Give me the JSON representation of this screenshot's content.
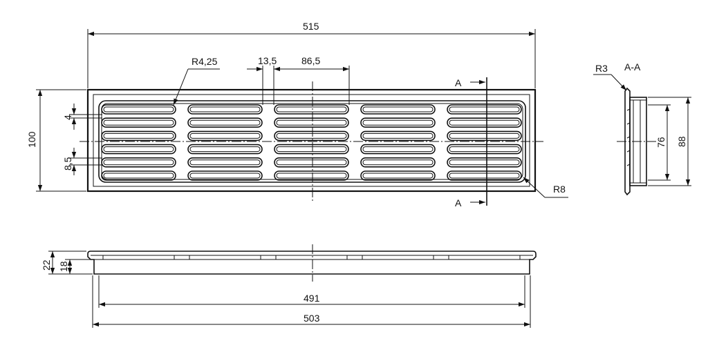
{
  "dimensions": {
    "overall_length": "515",
    "overall_height": "100",
    "radius_slot": "R4,25",
    "gap": "13,5",
    "slot_group_width": "86,5",
    "slot_height": "4",
    "slot_pitch": "8,5",
    "corner_radius": "R8",
    "section_radius": "R3",
    "section_label": "A-A",
    "section_inner": "76",
    "section_outer": "88",
    "side_height_outer": "22",
    "side_height_inner": "18",
    "length_inner": "491",
    "length_outer": "503"
  },
  "section_marker": {
    "top": "A",
    "bottom": "A"
  },
  "layout": {
    "slot_columns": 5,
    "slot_rows": 6
  }
}
